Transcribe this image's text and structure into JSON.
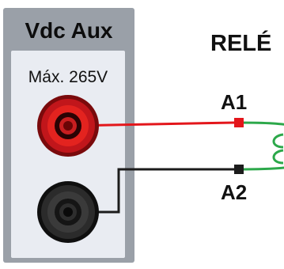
{
  "panel": {
    "title": "Vdc Aux",
    "max_voltage_label": "Máx. 265V"
  },
  "relay": {
    "title": "RELÉ",
    "terminal_top": "A1",
    "terminal_bottom": "A2"
  },
  "colors": {
    "panel_outer": "#9aa0a8",
    "panel_inner": "#e9ecf2",
    "wire_positive": "#e3161b",
    "wire_negative": "#1c1c1c",
    "coil": "#2ca84a",
    "terminal_positive": "#e3161b",
    "terminal_negative": "#1c1c1c"
  }
}
